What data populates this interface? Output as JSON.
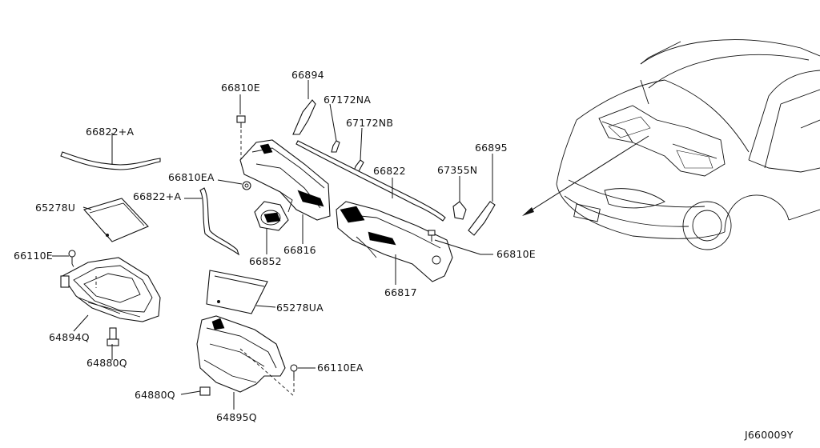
{
  "diagram_code": "J660009Y",
  "labels": {
    "l_66810E_top": "66810E",
    "l_66894": "66894",
    "l_67172NA": "67172NA",
    "l_67172NB": "67172NB",
    "l_66822A_top": "66822+A",
    "l_66895": "66895",
    "l_66822": "66822",
    "l_67355N": "67355N",
    "l_66810EA": "66810EA",
    "l_66822A_mid": "66822+A",
    "l_65278U": "65278U",
    "l_66110E": "66110E",
    "l_66816": "66816",
    "l_66852": "66852",
    "l_66810E_right": "66810E",
    "l_66817": "66817",
    "l_65278UA": "65278UA",
    "l_64894Q": "64894Q",
    "l_64880Q_left": "64880Q",
    "l_66110EA": "66110EA",
    "l_64880Q_bottom": "64880Q",
    "l_64895Q": "64895Q"
  }
}
